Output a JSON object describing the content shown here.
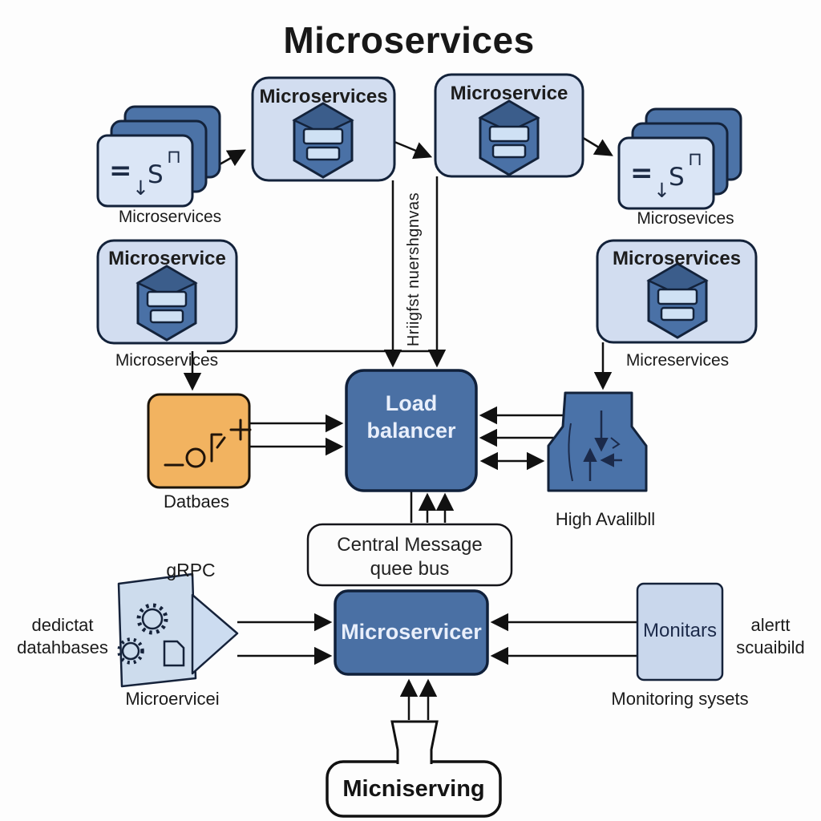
{
  "title": "Microservices",
  "glyphs": {
    "equals": "=",
    "down_arrow": "↓",
    "s": "S",
    "cup": "⊓"
  },
  "nodes": {
    "cards_left": {
      "label": "Microservices"
    },
    "service_box_top": {
      "title": "Microservices"
    },
    "service_box_top_right": {
      "title": "Microservice"
    },
    "cards_right": {
      "label": "Microsevices"
    },
    "service_box_left": {
      "title": "Microservice",
      "caption": "Microservices"
    },
    "service_box_right": {
      "title": "Microservices",
      "caption": "Micreservices"
    },
    "load_balancer": {
      "title": "Load balancer"
    },
    "database": {
      "caption": "Datbaes"
    },
    "high_availability": {
      "caption": "High Avalilbll"
    },
    "message_bus": {
      "title": "Central Message quee bus"
    },
    "microservicer": {
      "title": "Microservicer"
    },
    "grpc": {
      "label": "gRPC",
      "side_text": "dedictat\ndatahbases",
      "caption": "Microervicei"
    },
    "monitors": {
      "title": "Monitars",
      "side_text": "alertt\nscuaibild",
      "caption": "Monitoring sysets"
    },
    "bottom": {
      "title": "Micniserving"
    }
  },
  "annotations": {
    "vertical_flow_text": "Hriigfst nuershgnvas"
  },
  "colors": {
    "box_light_blue": "#d2ddf0",
    "card_front": "#dbe6f6",
    "node_blue": "#4a70a4",
    "hex_blue": "#4a71a6",
    "hex_roof": "#3b5d8b",
    "orange": "#f2b360",
    "monitor_blue": "#c9d7ec",
    "outline": "#13223a",
    "arrow": "#111111"
  }
}
